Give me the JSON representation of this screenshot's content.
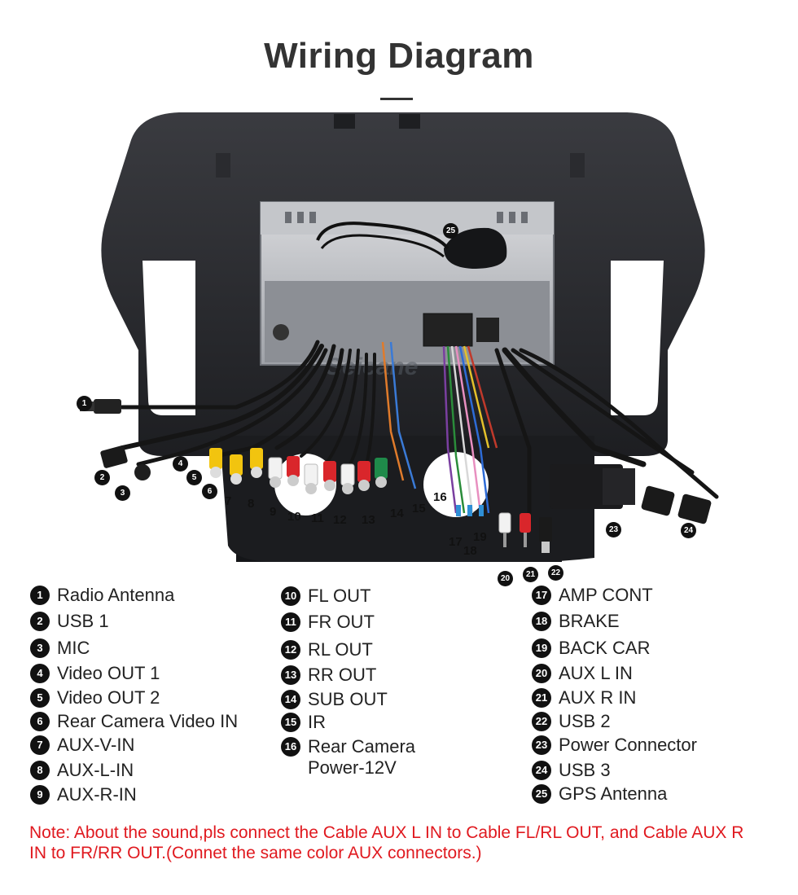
{
  "title": "Wiring Diagram",
  "watermark": "Seicane",
  "colors": {
    "note_text": "#e0191f",
    "badge": "#111111",
    "rca_red": "#d9262b",
    "rca_white": "#f2f2f2",
    "rca_yellow": "#f2c40f",
    "rca_green": "#1f8a4a",
    "usb_black": "#1a1a1a"
  },
  "callouts_in_photo": [
    "1",
    "2",
    "3",
    "4",
    "5",
    "6",
    "7",
    "8",
    "9",
    "10",
    "11",
    "12",
    "13",
    "14",
    "15",
    "16",
    "17",
    "18",
    "19",
    "20",
    "21",
    "22",
    "23",
    "24",
    "25"
  ],
  "legend": {
    "col1": [
      {
        "num": "1",
        "label": "Radio Antenna"
      },
      {
        "num": "2",
        "label": "USB 1"
      },
      {
        "num": "3",
        "label": "MIC"
      },
      {
        "num": "4",
        "label": "Video OUT 1"
      },
      {
        "num": "5",
        "label": "Video OUT 2"
      },
      {
        "num": "6",
        "label": "Rear Camera Video IN"
      },
      {
        "num": "7",
        "label": "AUX-V-IN"
      },
      {
        "num": "8",
        "label": "AUX-L-IN"
      },
      {
        "num": "9",
        "label": "AUX-R-IN"
      }
    ],
    "col2": [
      {
        "num": "10",
        "label": "FL OUT"
      },
      {
        "num": "11",
        "label": "FR OUT"
      },
      {
        "num": "12",
        "label": "RL OUT"
      },
      {
        "num": "13",
        "label": "RR OUT"
      },
      {
        "num": "14",
        "label": "SUB OUT"
      },
      {
        "num": "15",
        "label": "IR"
      },
      {
        "num": "16",
        "label": "Rear Camera\nPower-12V"
      }
    ],
    "col3": [
      {
        "num": "17",
        "label": "AMP CONT"
      },
      {
        "num": "18",
        "label": "BRAKE"
      },
      {
        "num": "19",
        "label": "BACK CAR"
      },
      {
        "num": "20",
        "label": "AUX L IN"
      },
      {
        "num": "21",
        "label": "AUX R IN"
      },
      {
        "num": "22",
        "label": "USB 2"
      },
      {
        "num": "23",
        "label": "Power Connector"
      },
      {
        "num": "24",
        "label": "USB 3"
      },
      {
        "num": "25",
        "label": "GPS Antenna"
      }
    ]
  },
  "note": "Note: About the sound,pls connect the Cable AUX L IN to Cable FL/RL OUT, and Cable AUX R IN to  FR/RR OUT.(Connet the same color AUX connectors.)"
}
